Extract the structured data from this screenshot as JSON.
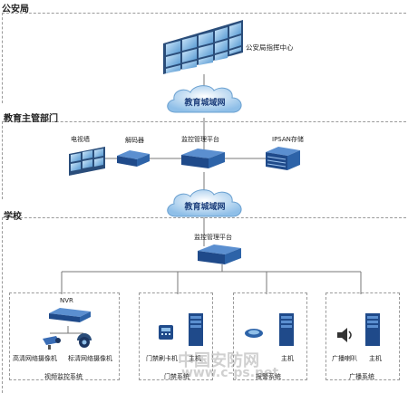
{
  "sections": {
    "police": "公安局",
    "education": "教育主管部门",
    "school": "学校"
  },
  "police": {
    "command_center": "公安局指挥中心",
    "cloud": "教育城域网"
  },
  "education": {
    "tv_wall": "电视墙",
    "decoder": "解码器",
    "mgmt_platform": "监控管理平台",
    "ipsan": "IPSAN存储",
    "cloud": "教育城域网"
  },
  "school": {
    "mgmt_platform": "监控管理平台",
    "video": {
      "nvr": "NVR",
      "hd_camera": "高清网络摄像机",
      "sd_camera": "标清网络摄像机",
      "title": "视频监控系统"
    },
    "access": {
      "card_reader": "门禁刷卡机",
      "host": "主机",
      "title": "门禁系统"
    },
    "alarm": {
      "host": "主机",
      "title": "报警系统"
    },
    "broadcast": {
      "speaker": "广播喇叭",
      "host": "主机",
      "title": "广播系统"
    }
  },
  "watermark": {
    "line1": "中国安防网",
    "line2": "www.c-ps.net"
  }
}
